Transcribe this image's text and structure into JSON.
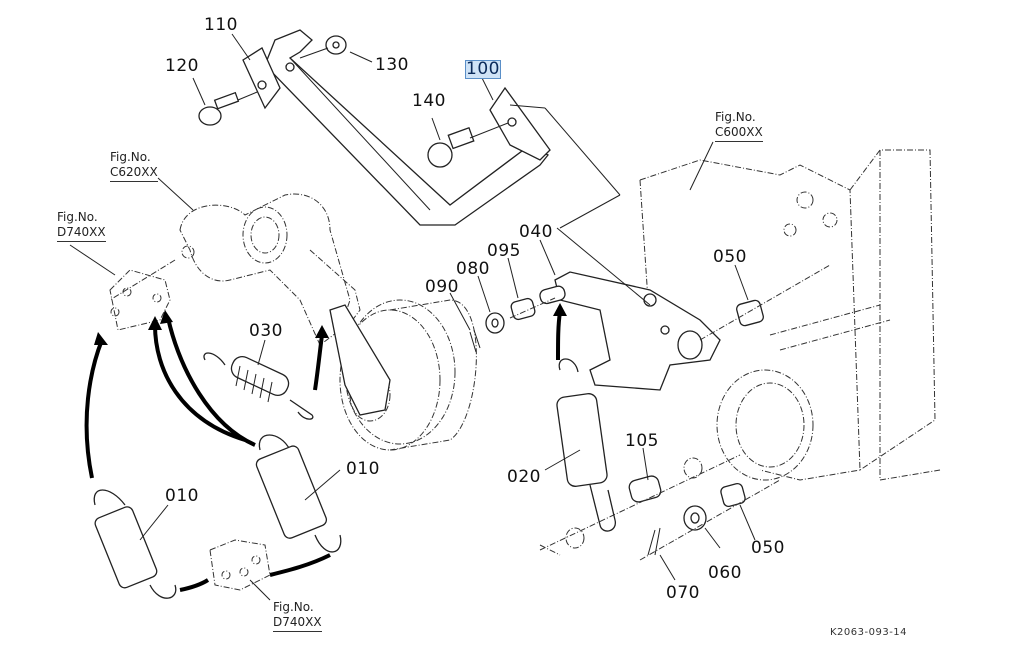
{
  "drawing": {
    "code": "K2063-093-14",
    "selected_part": "100"
  },
  "parts": {
    "p110": "110",
    "p120": "120",
    "p130": "130",
    "p100": "100",
    "p140": "140",
    "p040": "040",
    "p095": "095",
    "p080": "080",
    "p090": "090",
    "p050a": "050",
    "p030": "030",
    "p010a": "010",
    "p010b": "010",
    "p020": "020",
    "p105": "105",
    "p050b": "050",
    "p060": "060",
    "p070": "070"
  },
  "figure_refs": {
    "c620": {
      "line1": "Fig.No.",
      "line2": "C620XX"
    },
    "d740_top": {
      "line1": "Fig.No.",
      "line2": "D740XX"
    },
    "c600": {
      "line1": "Fig.No.",
      "line2": "C600XX"
    },
    "d740_bottom": {
      "line1": "Fig.No.",
      "line2": "D740XX"
    }
  }
}
